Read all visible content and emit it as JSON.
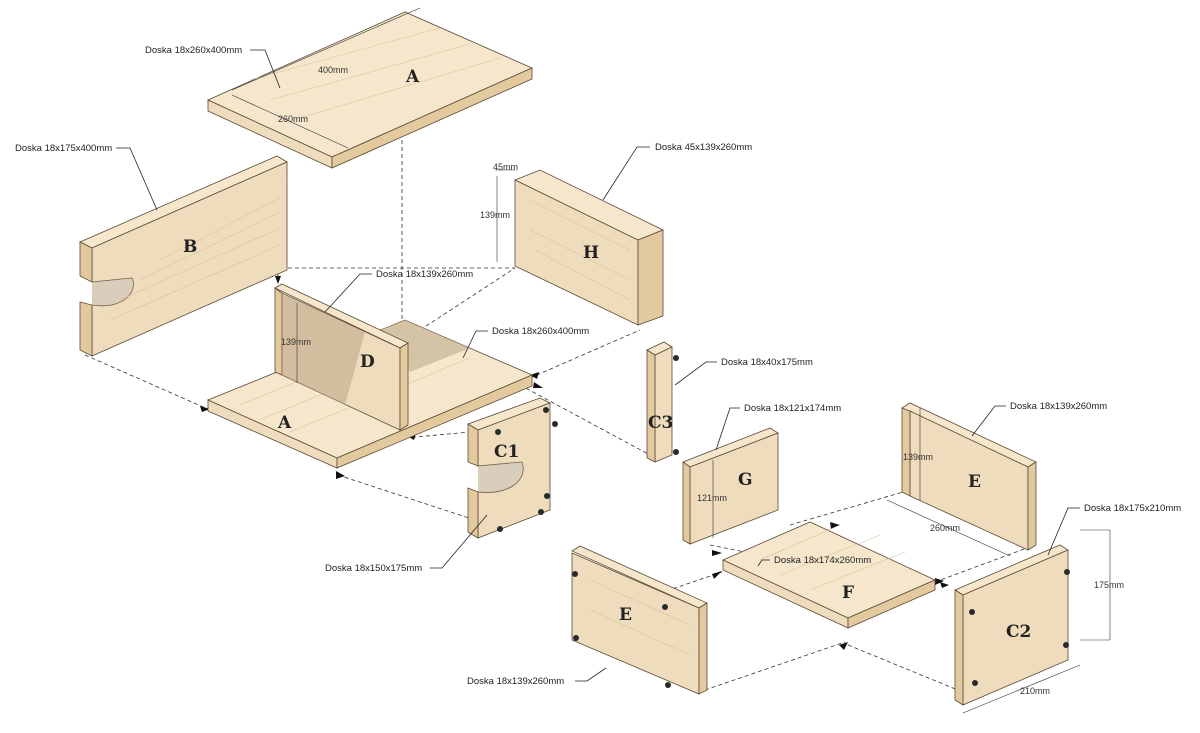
{
  "parts": {
    "A_top": {
      "letter": "A",
      "label": "Doska 18x260x400mm",
      "dim_len": "400mm",
      "dim_wid": "260mm"
    },
    "B": {
      "letter": "B",
      "label": "Doska 18x175x400mm"
    },
    "H": {
      "letter": "H",
      "label": "Doska 45x139x260mm",
      "dim_thick": "45mm",
      "dim_height": "139mm"
    },
    "D": {
      "letter": "D",
      "label": "Doska 18x139x260mm",
      "dim_height": "139mm"
    },
    "A_bottom": {
      "letter": "A",
      "label": "Doska 18x260x400mm"
    },
    "C1": {
      "letter": "C1",
      "label": "Doska 18x150x175mm"
    },
    "C3": {
      "letter": "C3",
      "label": "Doska 18x40x175mm"
    },
    "G": {
      "letter": "G",
      "label": "Doska 18x121x174mm",
      "dim_height": "121mm"
    },
    "E_right": {
      "letter": "E",
      "label": "Doska 18x139x260mm",
      "dim_height": "139mm",
      "dim_len": "260mm"
    },
    "F": {
      "letter": "F",
      "label": "Doska 18x174x260mm"
    },
    "E_left": {
      "letter": "E",
      "label": "Doska 18x139x260mm"
    },
    "C2": {
      "letter": "C2",
      "label": "Doska 18x175x210mm",
      "dim_height": "175mm",
      "dim_wid": "210mm"
    }
  }
}
